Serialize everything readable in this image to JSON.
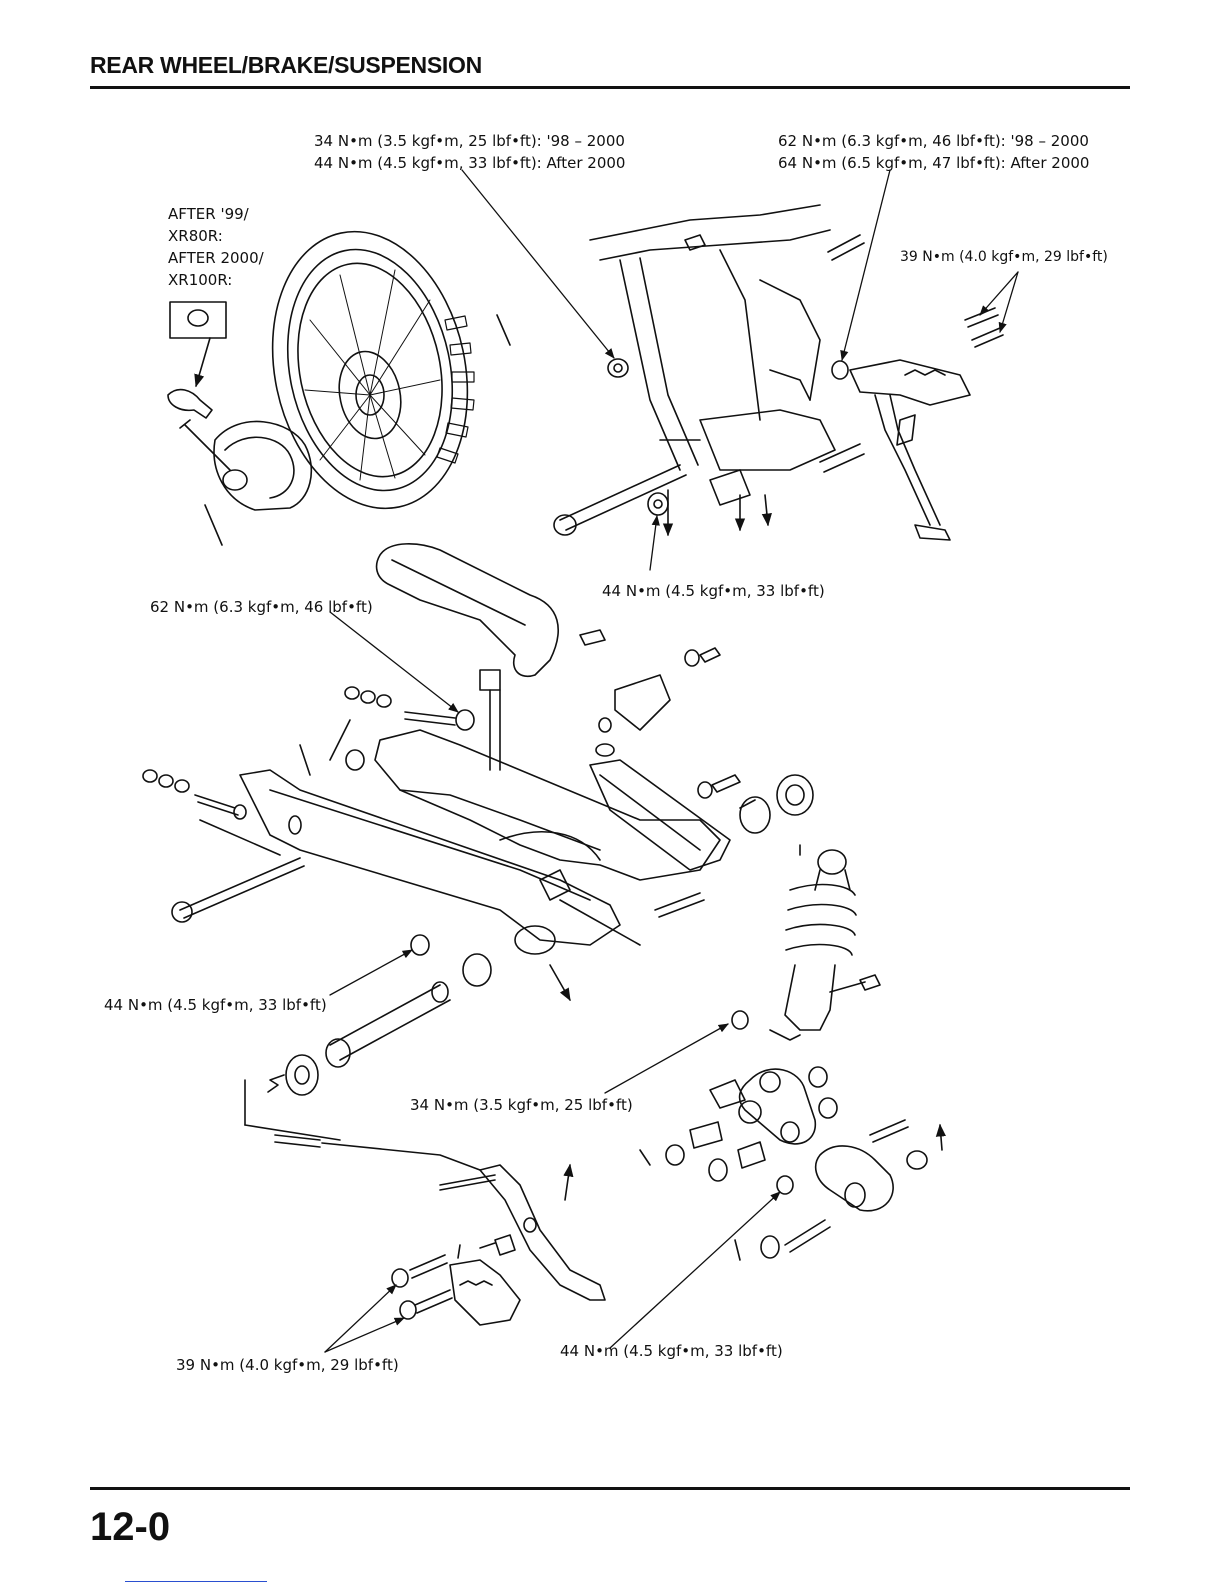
{
  "header": {
    "title": "REAR WHEEL/BRAKE/SUSPENSION"
  },
  "footer": {
    "page_number": "12-0"
  },
  "callouts": {
    "axle_nut_line1": "34 N•m (3.5 kgf•m, 25 lbf•ft): '98 – 2000",
    "axle_nut_line2": "44 N•m (4.5 kgf•m, 33 lbf•ft): After 2000",
    "pivot_top_line1": "62 N•m (6.3 kgf•m, 46 lbf•ft): '98 – 2000",
    "pivot_top_line2": "64 N•m (6.5 kgf•m, 47 lbf•ft): After 2000",
    "model_line1": "AFTER '99/",
    "model_line2": "XR80R:",
    "model_line3": "AFTER 2000/",
    "model_line4": "XR100R:",
    "footpeg_bolts_right": "39 N•m (4.0 kgf•m, 29 lbf•ft)",
    "frame_nut": "44 N•m (4.5 kgf•m, 33 lbf•ft)",
    "swingarm_bolt": "62 N•m (6.3 kgf•m, 46 lbf•ft)",
    "pivot_nut_left": "44 N•m (4.5 kgf•m, 33 lbf•ft)",
    "shock_nut": "34 N•m (3.5 kgf•m, 25 lbf•ft)",
    "footpeg_bolts_left": "39 N•m (4.0 kgf•m, 29 lbf•ft)",
    "linkage_nut": "44 N•m (4.5 kgf•m, 33 lbf•ft)"
  },
  "colors": {
    "ink": "#111111",
    "link": "#2a4fd0"
  }
}
